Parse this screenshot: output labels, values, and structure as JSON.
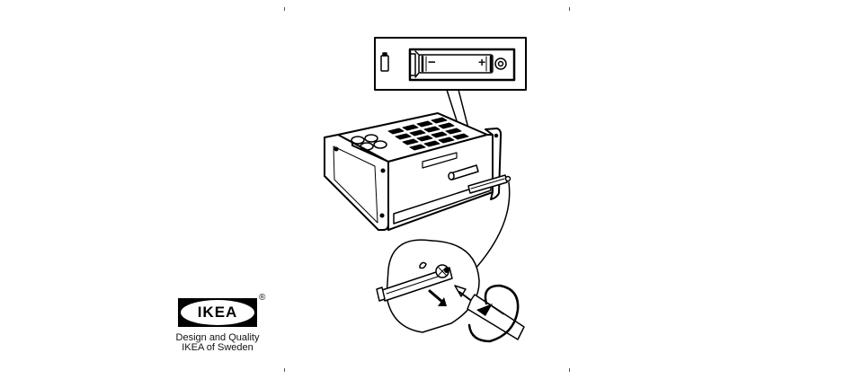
{
  "logo": {
    "wordmark": "IKEA",
    "registered_mark": "®",
    "colors": {
      "field": "#000000",
      "oval": "#ffffff",
      "text": "#000000"
    }
  },
  "tagline": {
    "line1": "Design and Quality",
    "line2": "IKEA of Sweden"
  },
  "inset": {
    "battery_minus": "−",
    "battery_plus": "+"
  },
  "icons": [
    "battery-icon",
    "rotation-arrow-icon",
    "direction-arrow-icon",
    "screwdriver-icon"
  ]
}
